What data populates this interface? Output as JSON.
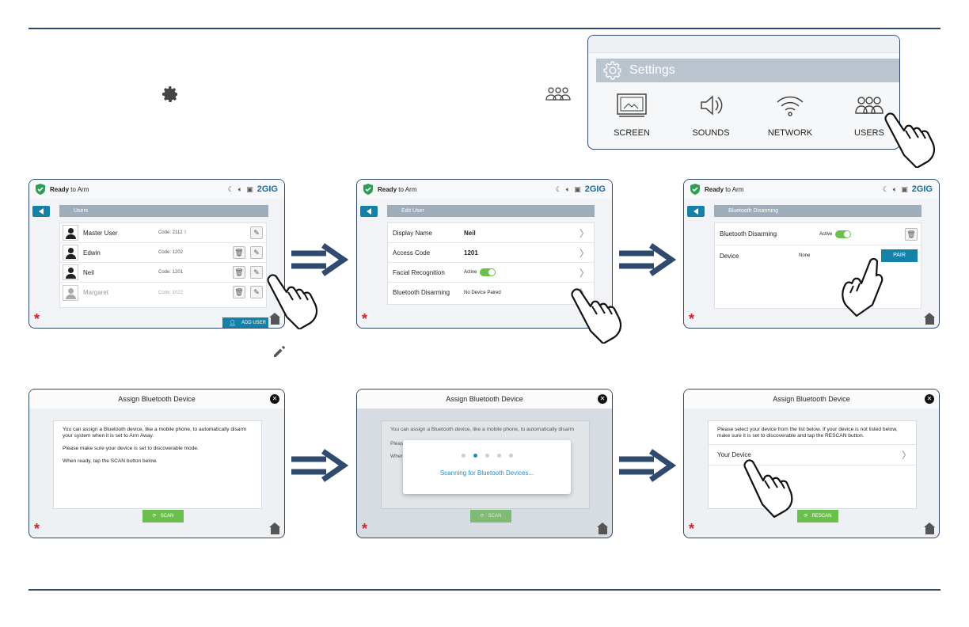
{
  "settings": {
    "title": "Settings",
    "items": [
      {
        "label": "SCREEN",
        "icon": "screen-icon"
      },
      {
        "label": "SOUNDS",
        "icon": "speaker-icon"
      },
      {
        "label": "NETWORK",
        "icon": "wifi-icon"
      },
      {
        "label": "USERS",
        "icon": "users-icon"
      }
    ]
  },
  "status": {
    "ready_strong": "Ready",
    "ready_rest": " to Arm",
    "brand": "2GIG"
  },
  "users_screen": {
    "header": "Users",
    "rows": [
      {
        "name": "Master User",
        "code": "Code: 2112"
      },
      {
        "name": "Edwin",
        "code": "Code: 1202"
      },
      {
        "name": "Neil",
        "code": "Code: 1201"
      },
      {
        "name": "Margaret",
        "code": "Code: 1022"
      }
    ],
    "add_user": "ADD USER"
  },
  "edit_user_screen": {
    "header": "Edit User",
    "rows": [
      {
        "label": "Display Name",
        "value": "Neil"
      },
      {
        "label": "Access Code",
        "value": "1201"
      },
      {
        "label": "Facial Recognition",
        "value": "Active"
      },
      {
        "label": "Bluetooth Disarming",
        "value": "No Device Paired"
      }
    ]
  },
  "bt_disarm_screen": {
    "header": "Bluetooth Disarming",
    "row1_label": "Bluetooth Disarming",
    "row1_value": "Active",
    "row2_label": "Device",
    "row2_value": "None",
    "pair": "PAIR"
  },
  "assign_dialog": {
    "title": "Assign Bluetooth Device",
    "p1": "You can assign a Bluetooth device, like a mobile phone, to automatically disarm your system when it is set to Arm Away.",
    "p2": "Please make sure your device is set to discoverable mode.",
    "p3": "When ready, tap the SCAN button below.",
    "p1_cut": "You can assign a Bluetooth device, like a mobile phone, to automatically disarm",
    "p2_cut": "Pleas",
    "p3_cut": "When",
    "scan": "SCAN",
    "scanning": "Scanning for Bluetooth Devices..."
  },
  "select_dialog": {
    "title": "Assign Bluetooth Device",
    "instructions": "Please select your device from the list below. If your device is not listed below, make sure it is set to discoverable and tap the RESCAN button.",
    "device": "Your Device",
    "rescan": "RESCAN"
  },
  "colors": {
    "accent": "#1581a8",
    "green": "#6bbf4c",
    "rule": "#2f4a6e",
    "alert": "#d6202a"
  }
}
